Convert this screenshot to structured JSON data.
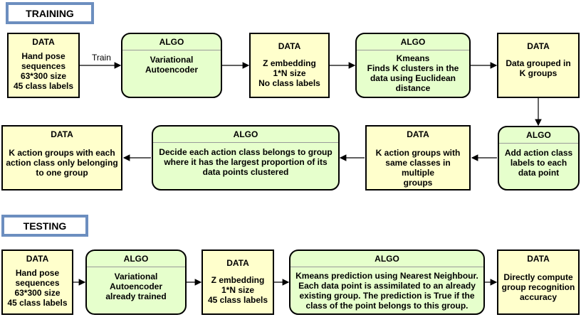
{
  "sections": {
    "training": "TRAINING",
    "testing": "TESTING"
  },
  "edge_labels": {
    "train": "Train"
  },
  "training": {
    "row1": [
      {
        "kind": "DATA",
        "body": "Hand pose\nsequences\n63*300 size\n45 class labels"
      },
      {
        "kind": "ALGO",
        "body": "Variational\nAutoencoder"
      },
      {
        "kind": "DATA",
        "body": "Z embedding\n1*N size\nNo class labels"
      },
      {
        "kind": "ALGO",
        "body": "Kmeans\nFinds K clusters in the\ndata using Euclidean\ndistance"
      },
      {
        "kind": "DATA",
        "body": "Data grouped in\nK groups"
      }
    ],
    "row2": [
      {
        "kind": "DATA",
        "body": "K action groups with each\naction class only belonging\nto one group"
      },
      {
        "kind": "ALGO",
        "body": "Decide each action class belongs to group\nwhere it has the largest proportion of its\ndata points clustered"
      },
      {
        "kind": "DATA",
        "body": "K action groups with\nsame classes in multiple\ngroups"
      },
      {
        "kind": "ALGO",
        "body": "Add action class\nlabels to each\ndata point"
      }
    ]
  },
  "testing": {
    "row": [
      {
        "kind": "DATA",
        "body": "Hand pose\nsequences\n63*300 size\n45 class labels"
      },
      {
        "kind": "ALGO",
        "body": "Variational\nAutoencoder\nalready trained"
      },
      {
        "kind": "DATA",
        "body": "Z embedding\n1*N size\n45 class labels"
      },
      {
        "kind": "ALGO",
        "body": "Kmeans prediction using Nearest Neighbour.\nEach data point is assimilated to an already\nexisting group. The prediction is True if the\nclass of the point belongs to this group."
      },
      {
        "kind": "DATA",
        "body": "Directly compute\ngroup recognition\naccuracy"
      }
    ]
  },
  "colors": {
    "data_fill": "#ffffcc",
    "algo_fill": "#e6ffcc",
    "section_border": "#6c8ebf"
  }
}
